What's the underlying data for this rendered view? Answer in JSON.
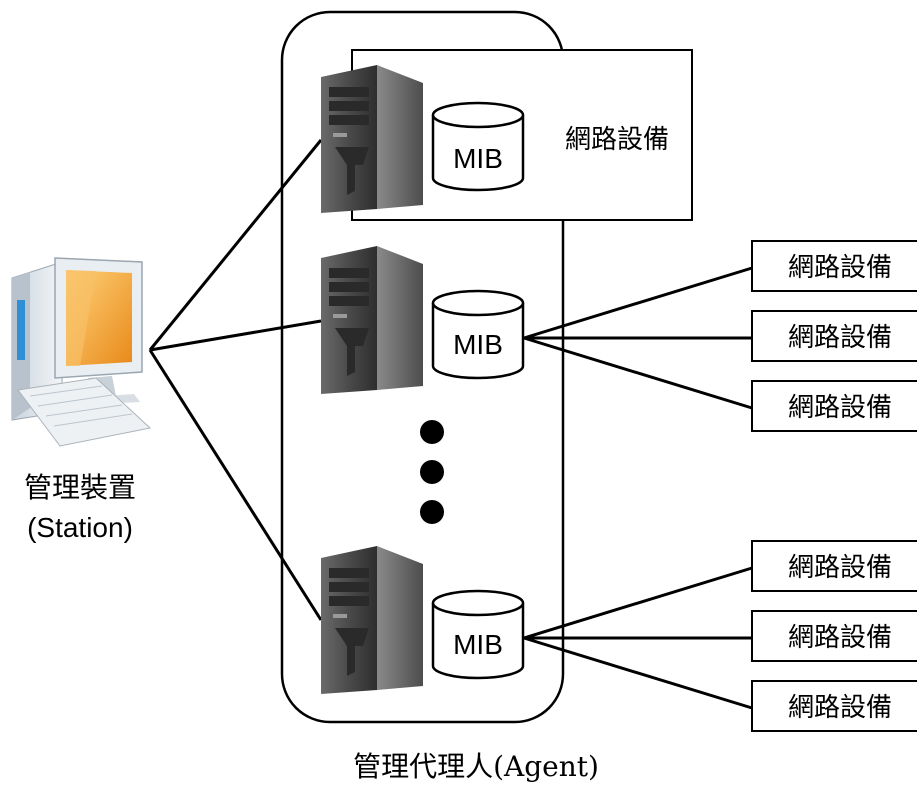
{
  "station": {
    "label": "管理裝置",
    "sublabel": "(Station)"
  },
  "agent_group": {
    "label": "管理代理人(Agent)"
  },
  "agents": [
    {
      "mib_label": "MIB",
      "devices": [
        "網路設備"
      ]
    },
    {
      "mib_label": "MIB",
      "devices": [
        "網路設備",
        "網路設備",
        "網路設備"
      ]
    },
    {
      "mib_label": "MIB",
      "devices": [
        "網路設備",
        "網路設備",
        "網路設備"
      ]
    }
  ],
  "colors": {
    "line": "#000000",
    "server_dark": "#3a3a3a",
    "server_mid": "#5a5a5a",
    "monitor_screen": "#f2a22a",
    "monitor_body": "#d8d8d8",
    "station_accent": "#2f8fd6"
  }
}
